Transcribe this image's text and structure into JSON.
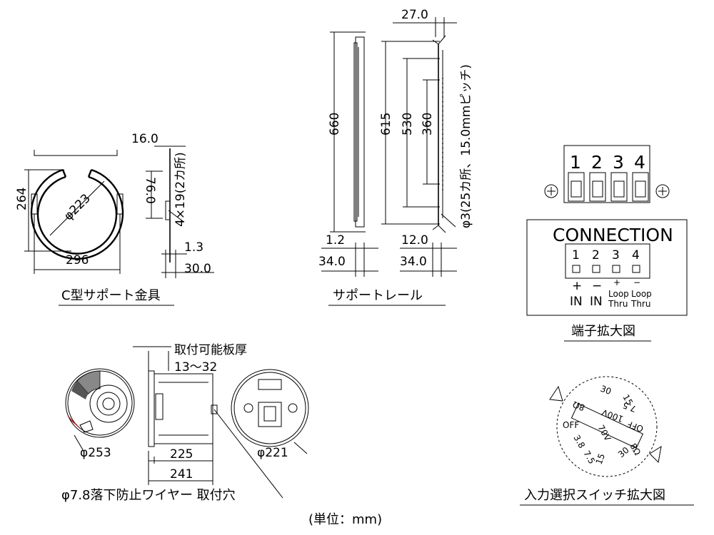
{
  "bracket": {
    "caption": "C型サポート金具",
    "d_inner": "φ223",
    "w_total": "296",
    "h_total": "264",
    "side_width": "16.0",
    "side_height": "76.0",
    "slot": "4×19(2カ所)",
    "thick1": "1.3",
    "thick2": "30.0"
  },
  "rail": {
    "caption": "サポートレール",
    "len_660": "660",
    "len_615": "615",
    "len_530": "530",
    "len_360": "360",
    "top_width": "27.0",
    "holes": "φ3(25カ所、15.0mmピッチ)",
    "t1": "1.2",
    "w1": "34.0",
    "t2": "12.0",
    "w2": "34.0"
  },
  "terminal": {
    "caption": "端子拡大図",
    "numbers": [
      "1",
      "2",
      "3",
      "4"
    ],
    "title": "CONNECTION",
    "small_numbers": [
      "1",
      "2",
      "3",
      "4"
    ],
    "signs": [
      "+",
      "−",
      "+",
      "−"
    ],
    "labels_main": [
      "IN",
      "IN"
    ],
    "labels_loop": [
      "Loop",
      "Loop"
    ],
    "labels_thru": [
      "Thru",
      "Thru"
    ]
  },
  "speaker": {
    "panel_thickness_label": "取付可能板厚",
    "panel_thickness_range": "13〜32",
    "d_front": "φ253",
    "d_back": "φ221",
    "depth_225": "225",
    "depth_241": "241",
    "wire_hole": "φ7.8落下防止ワイヤー 取付穴"
  },
  "switch": {
    "caption": "入力選択スイッチ拡大図",
    "labels": [
      "30",
      "15",
      "7.5",
      "OFF",
      "8Ω",
      "30",
      "15",
      "7.5",
      "3.8",
      "OFF",
      "8Ω",
      "100V",
      "70V"
    ]
  },
  "unit": "(単位：mm)"
}
